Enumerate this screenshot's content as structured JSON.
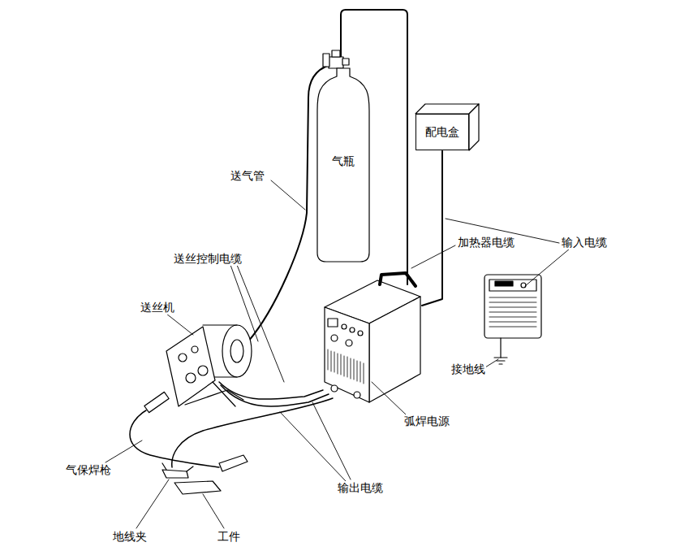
{
  "diagram": {
    "nodes": [
      {
        "text": [
          "配电盒"
        ]
      },
      {
        "text": [
          "气瓶"
        ]
      }
    ],
    "labels": [
      "送气管",
      "加热器电缆",
      "输入电缆",
      "送丝控制电缆",
      "送丝机",
      "接地线",
      "弧焊电源",
      "气保焊枪",
      "输出电缆",
      "地线夹",
      "工件"
    ]
  }
}
